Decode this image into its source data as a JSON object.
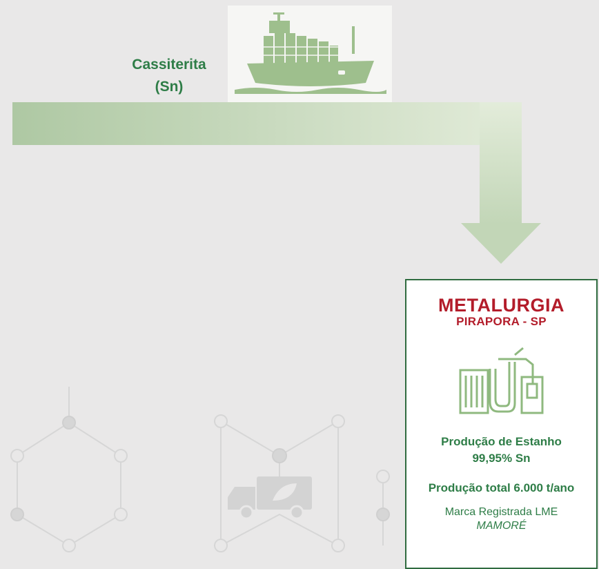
{
  "source": {
    "label_line1": "Cassiterita",
    "label_line2": "(Sn)",
    "icon": "cargo-ship-icon"
  },
  "destination": {
    "title": "METALURGIA",
    "subtitle": "PIRAPORA - SP",
    "icon": "metallurgy-plant-icon",
    "production_line1": "Produção de Estanho",
    "production_line2": "99,95% Sn",
    "total_production": "Produção total 6.000 t/ano",
    "registered_label": "Marca Registrada LME",
    "brand": "MAMORÉ"
  },
  "colors": {
    "green_text": "#2e7d47",
    "red_title": "#b31c2a",
    "arrow_start": "#aec8a3",
    "arrow_end": "#e3ecda",
    "background": "#e9e8e8"
  },
  "background_icons": [
    "network-node-icon",
    "delivery-truck-icon"
  ]
}
